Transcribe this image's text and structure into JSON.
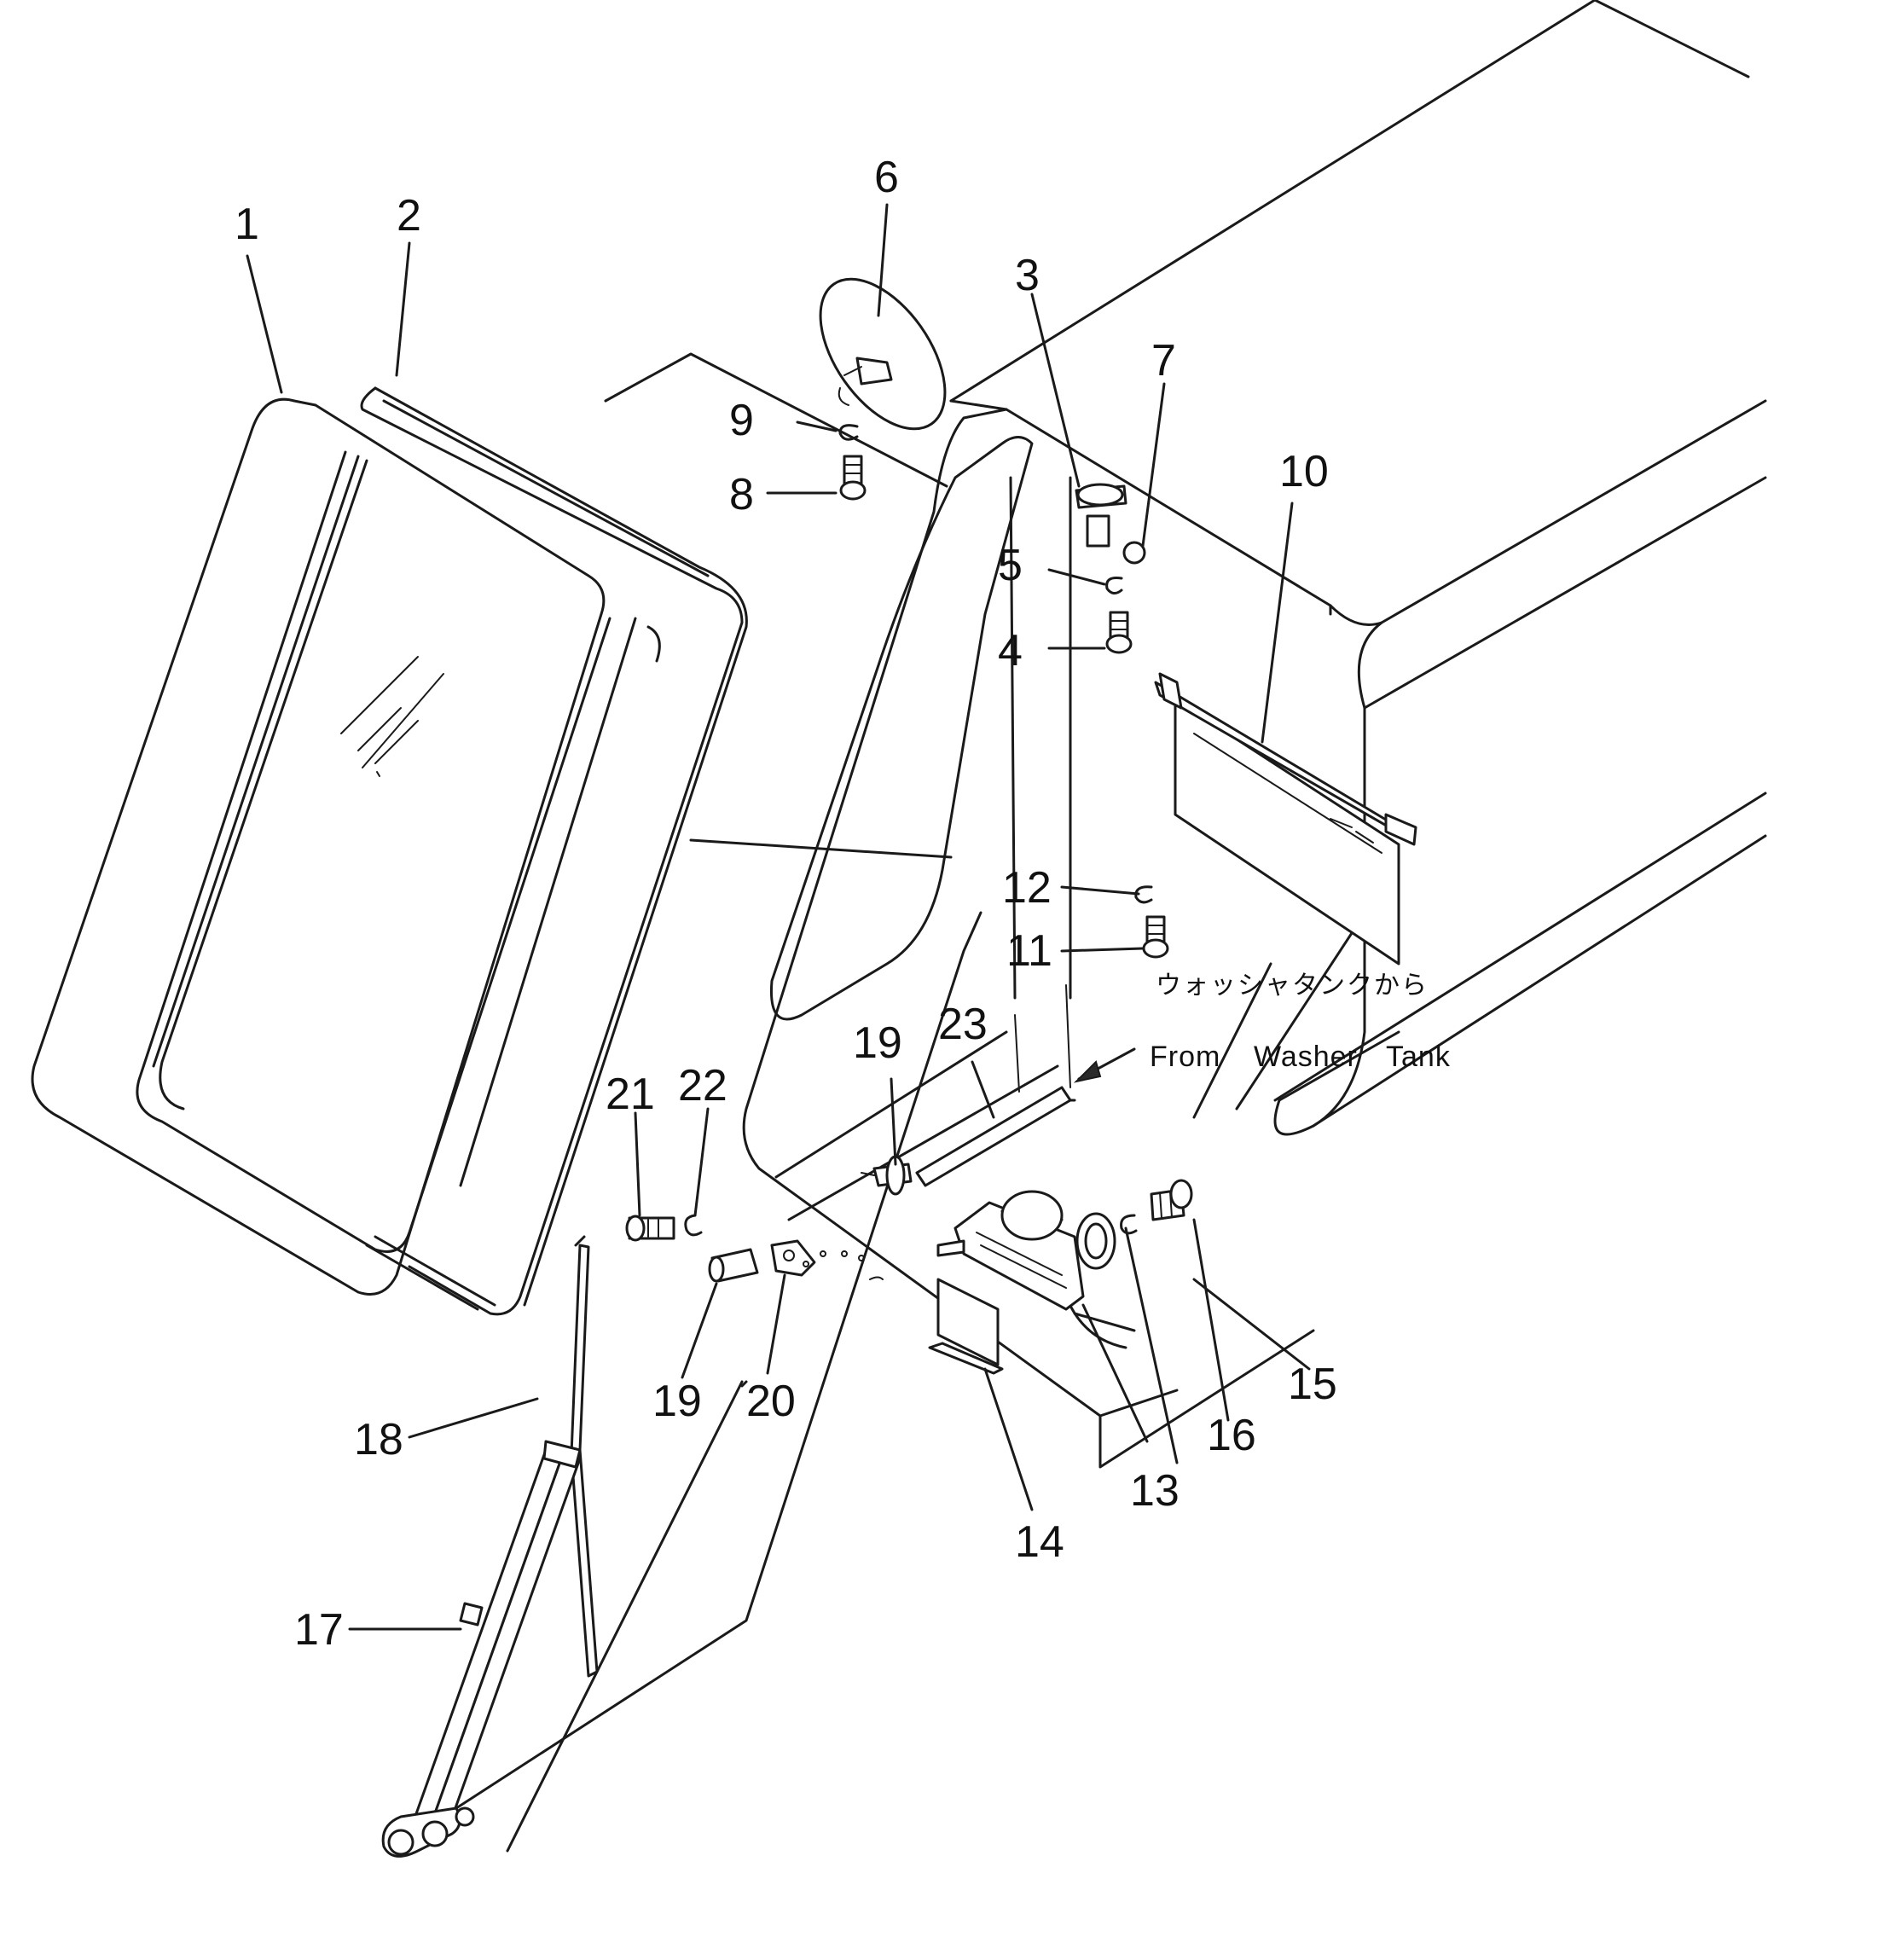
{
  "labels": {
    "p1": "1",
    "p2": "2",
    "p3": "3",
    "p4": "4",
    "p5": "5",
    "p6": "6",
    "p7": "7",
    "p8": "8",
    "p9": "9",
    "p10": "10",
    "p11": "11",
    "p12": "12",
    "p13": "13",
    "p14": "14",
    "p15": "15",
    "p16": "16",
    "p17": "17",
    "p18": "18",
    "p19a": "19",
    "p19b": "19",
    "p20": "20",
    "p21": "21",
    "p22": "22",
    "p23": "23"
  },
  "note": {
    "japanese": "ウォッシャタンクから",
    "from": "From",
    "washer": "Washer",
    "tank": "Tank"
  }
}
